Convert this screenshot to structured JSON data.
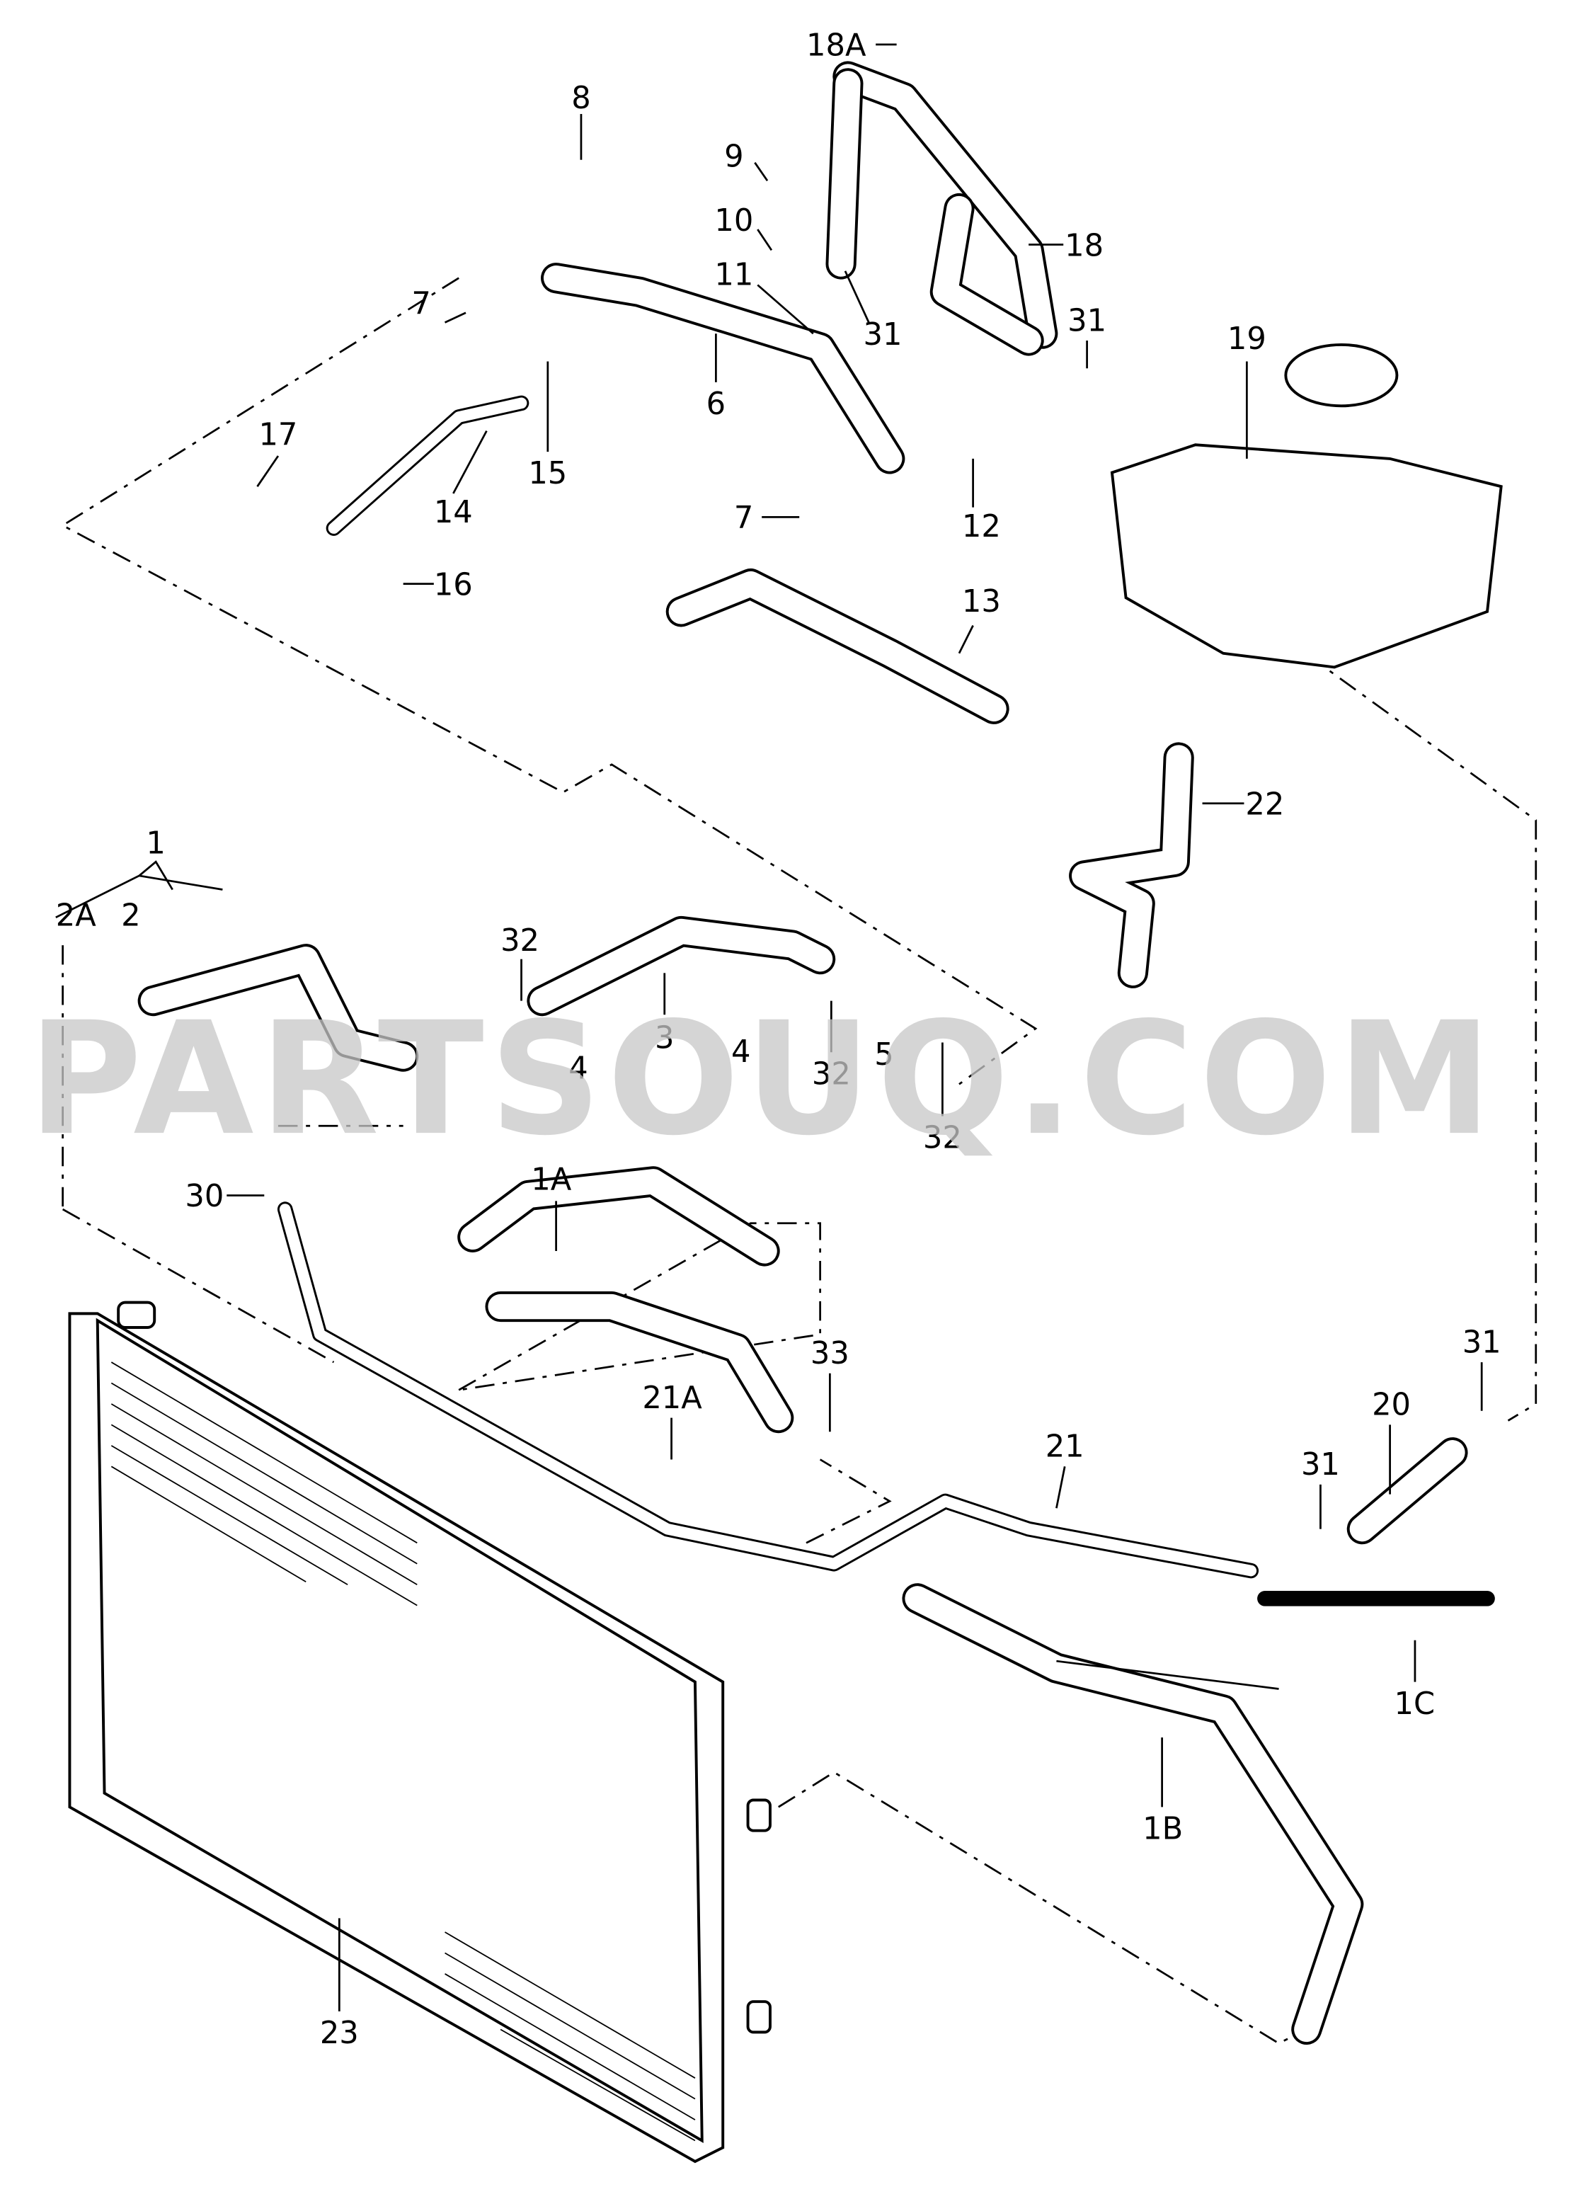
{
  "diagram": {
    "title": "Cooling system hoses and radiator",
    "watermark": "PARTSOUQ.COM",
    "labels": {
      "p18A": "18A",
      "p8": "8",
      "p9": "9",
      "p10": "10",
      "p18": "18",
      "p11": "11",
      "p31a": "31",
      "p31b": "31",
      "p19": "19",
      "p7a": "7",
      "p6": "6",
      "p15": "15",
      "p17": "17",
      "p14": "14",
      "p7b": "7",
      "p12": "12",
      "p16": "16",
      "p13": "13",
      "p22": "22",
      "p1": "1",
      "p2A": "2A",
      "p2": "2",
      "p32a": "32",
      "p3": "3",
      "p4a": "4",
      "p4b": "4",
      "p32b": "32",
      "p5": "5",
      "p32c": "32",
      "p30": "30",
      "p1A": "1A",
      "p33": "33",
      "p21A": "21A",
      "p21": "21",
      "p20": "20",
      "p31c": "31",
      "p31d": "31",
      "p1C": "1C",
      "p1B": "1B",
      "p23": "23"
    }
  }
}
